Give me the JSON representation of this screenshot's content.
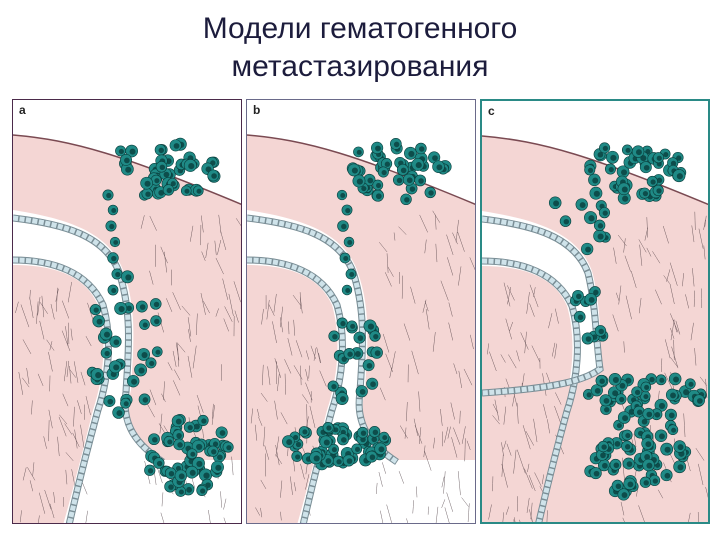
{
  "slide": {
    "title_line1": "Модели гематогенного",
    "title_line2": "метастазирования"
  },
  "panels": [
    {
      "label": "a"
    },
    {
      "label": "b"
    },
    {
      "label": "c"
    }
  ],
  "colors": {
    "tissue": "#f4d6d4",
    "tissue_stroke": "#7a4a52",
    "cell_fill": "#1f8a86",
    "cell_nucleus": "#0d4d4b",
    "endothelium": "#cfe3ea",
    "vessel_lumen": "#ffffff"
  }
}
